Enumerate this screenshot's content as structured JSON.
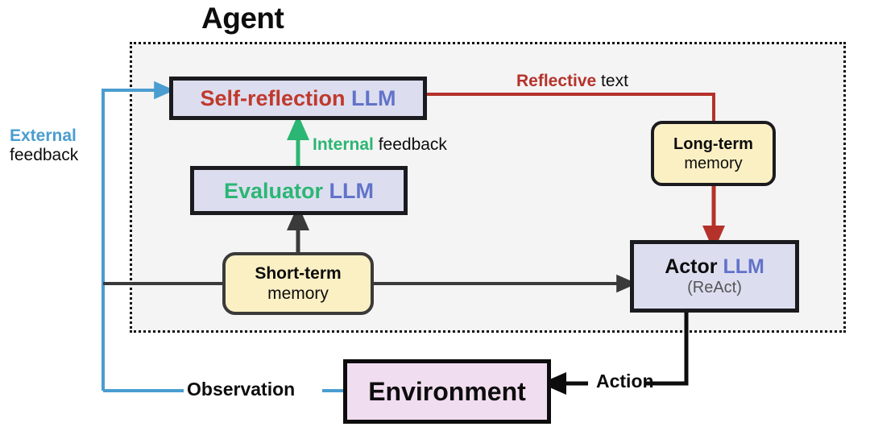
{
  "diagram": {
    "title": "Agent",
    "colors": {
      "accent_blue": "#4a9dd0",
      "accent_red": "#b5322b",
      "accent_green": "#2bb673",
      "llm_blue": "#6273c9",
      "self_red": "#c0392b",
      "memory_yellow": "#fbf0c4",
      "llm_box_fill": "#dcdef0",
      "environment_fill": "#f1ddf0",
      "agent_fill": "#f4f4f4",
      "dark_line": "#3a3a3a"
    },
    "nodes": {
      "self_reflection": {
        "name_part": "Self-reflection",
        "model_part": "LLM"
      },
      "evaluator": {
        "name_part": "Evaluator",
        "model_part": "LLM"
      },
      "actor": {
        "name_part": "Actor",
        "model_part": "LLM",
        "subtitle": "(ReAct)"
      },
      "short_term_memory": {
        "line1": "Short-term",
        "line2": "memory"
      },
      "long_term_memory": {
        "line1": "Long-term",
        "line2": "memory"
      },
      "environment": {
        "label": "Environment"
      }
    },
    "edges": {
      "external_feedback": {
        "emphasis": "External",
        "rest": "feedback"
      },
      "internal_feedback": {
        "emphasis": "Internal",
        "rest": " feedback"
      },
      "reflective_text": {
        "emphasis": "Reflective",
        "rest": " text"
      },
      "observation": {
        "label": "Observation"
      },
      "action": {
        "label": "Action"
      }
    }
  }
}
